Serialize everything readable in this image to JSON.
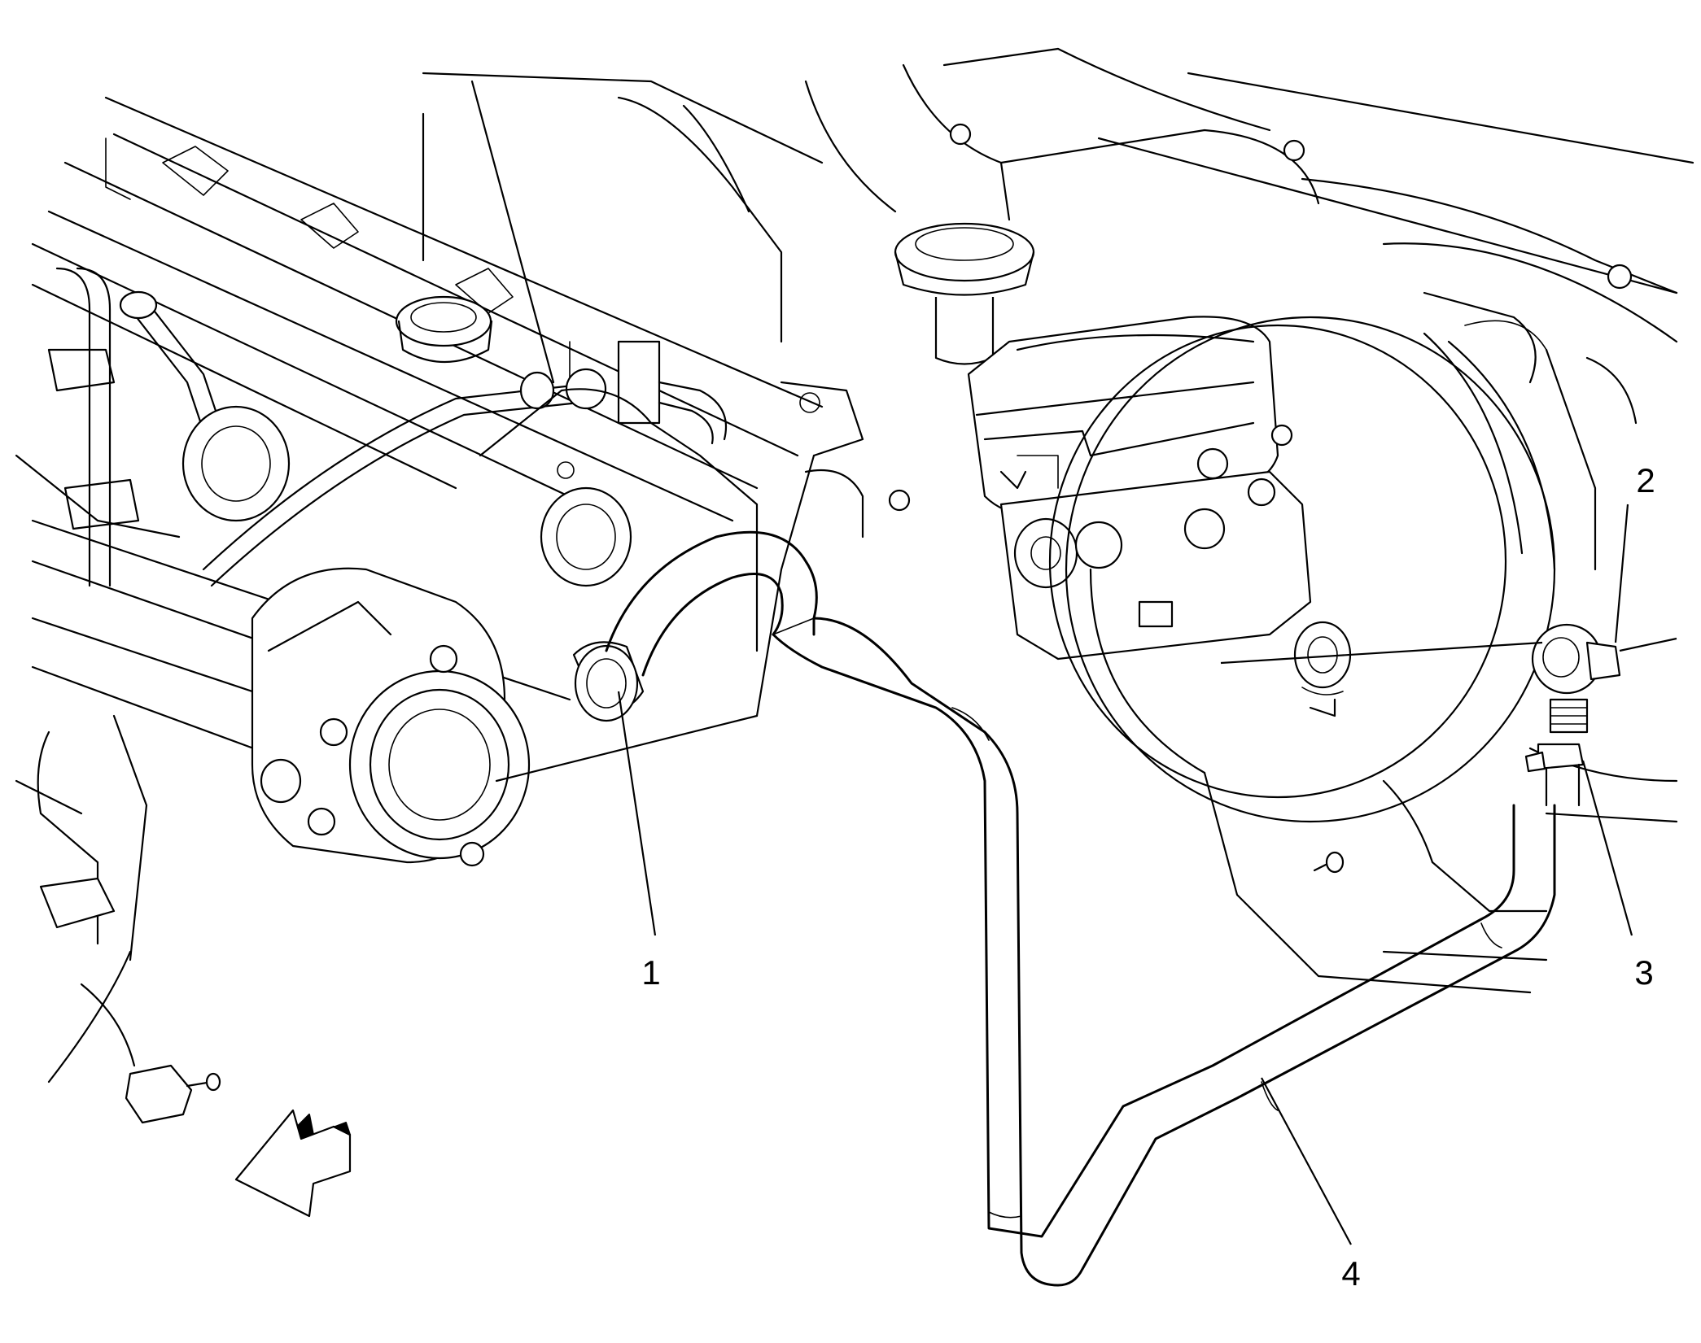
{
  "callouts": [
    {
      "id": "1",
      "label": "1"
    },
    {
      "id": "2",
      "label": "2"
    },
    {
      "id": "3",
      "label": "3"
    },
    {
      "id": "4",
      "label": "4"
    }
  ],
  "icons": {
    "direction_arrow": "front-direction-arrow-icon"
  },
  "colors": {
    "line": "#000000",
    "background": "#ffffff"
  }
}
